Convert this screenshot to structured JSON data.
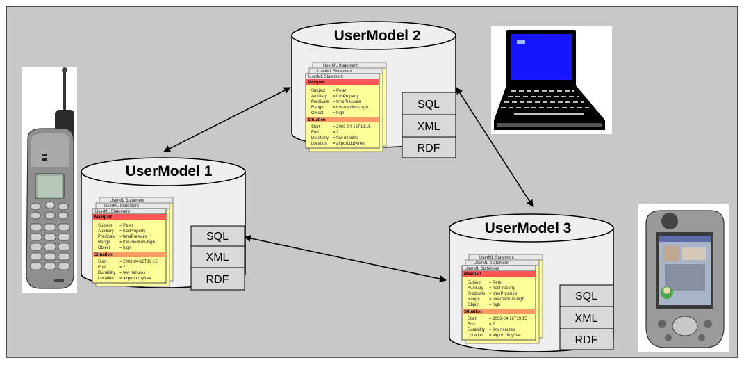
{
  "models": [
    {
      "title": "UserModel 1",
      "formats": [
        "SQL",
        "XML",
        "RDF"
      ]
    },
    {
      "title": "UserModel 2",
      "formats": [
        "SQL",
        "XML",
        "RDF"
      ]
    },
    {
      "title": "UserModel 3",
      "formats": [
        "SQL",
        "XML",
        "RDF"
      ]
    }
  ],
  "card": {
    "header": "UserML Statement",
    "mainpart_label": "Mainpart",
    "situation_label": "Situation",
    "mainpart_rows": [
      [
        "Subject",
        "= Peter"
      ],
      [
        "Auxiliary",
        "= hasProperty"
      ],
      [
        "Predicate",
        "= timePressure"
      ],
      [
        "Range",
        "= low-medium-high"
      ],
      [
        "Object",
        "= high"
      ]
    ],
    "situation_rows": [
      [
        "Start",
        "= 2003-04-16T19:15"
      ],
      [
        "End",
        "= ?"
      ],
      [
        "Durability",
        "= few minutes"
      ],
      [
        "Location",
        "= airport.dutyfree"
      ]
    ]
  },
  "colors": {
    "background": "#c8c8c8",
    "cylinder": "#efefef",
    "card": "#ffff99",
    "card_section": "#ff9966",
    "card_mainpart": "#ff5555",
    "format_box": "#d9d9d9",
    "laptop_screen": "#1515ff"
  },
  "devices": [
    "mobile-phone-icon",
    "laptop-icon",
    "pda-icon"
  ]
}
